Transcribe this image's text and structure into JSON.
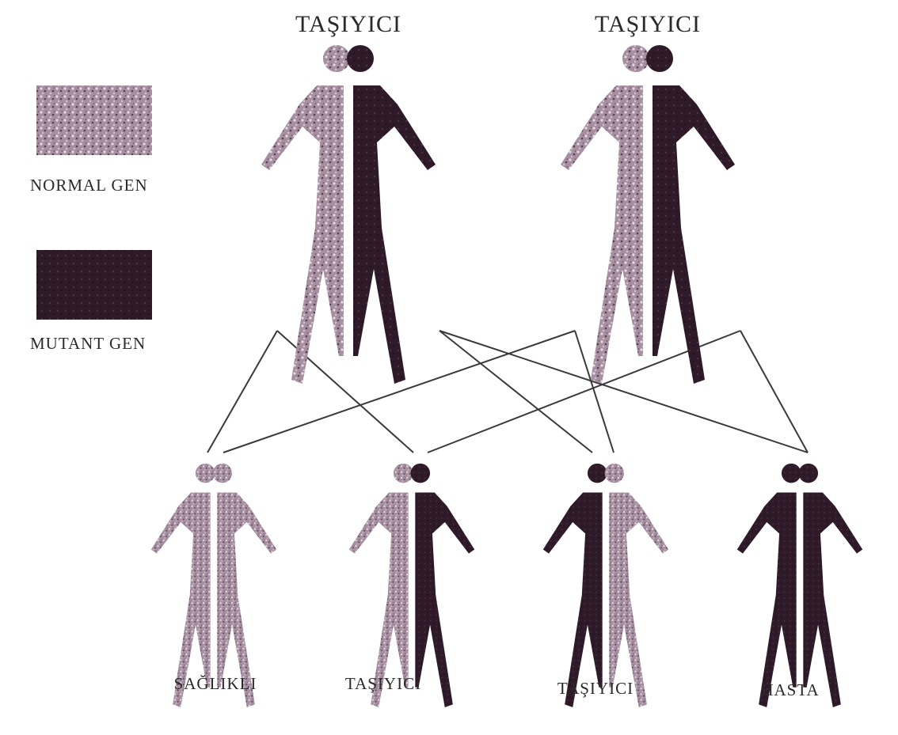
{
  "parents": [
    {
      "label": "TAŞIYICI",
      "left": "normal",
      "right": "mutant"
    },
    {
      "label": "TAŞIYICI",
      "left": "normal",
      "right": "mutant"
    }
  ],
  "children": [
    {
      "label": "SAĞLIKLI",
      "left": "normal",
      "right": "normal"
    },
    {
      "label": "TAŞIYICI",
      "left": "normal",
      "right": "mutant"
    },
    {
      "label": "TAŞIYICI",
      "left": "mutant",
      "right": "normal"
    },
    {
      "label": "HASTA",
      "left": "mutant",
      "right": "mutant"
    }
  ],
  "legend": {
    "normal_label": "NORMAL GEN",
    "mutant_label": "MUTANT GEN"
  },
  "colors": {
    "normal": "#a08a9a",
    "mutant": "#2e1a28",
    "line": "#3a3a3a"
  }
}
